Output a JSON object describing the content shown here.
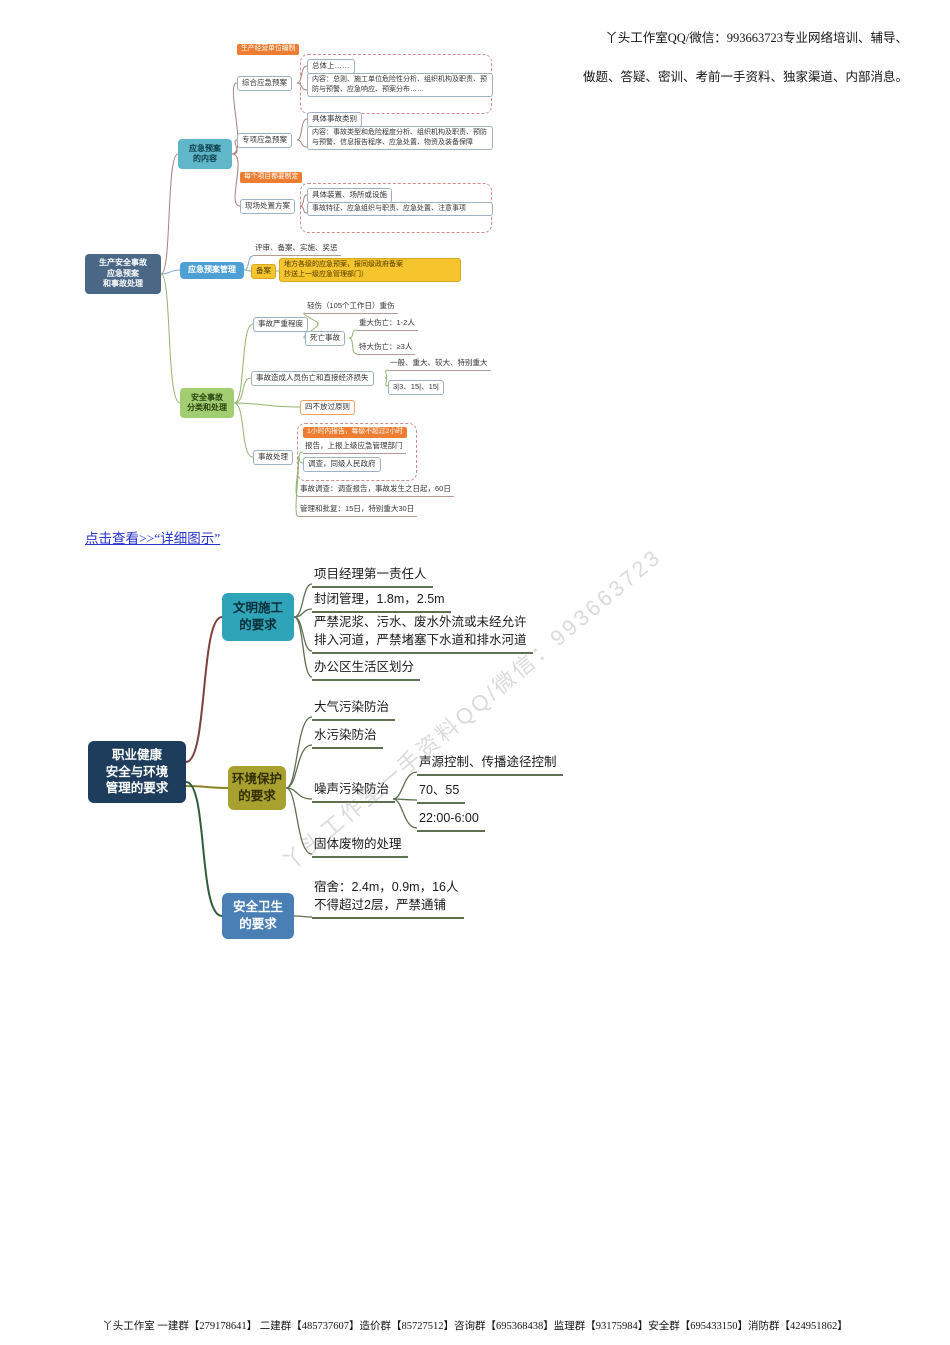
{
  "header": {
    "line1": "丫头工作室QQ/微信：993663723专业网络培训、辅导、",
    "line2": "做题、答疑、密训、考前一手资料、独家渠道、内部消息。"
  },
  "link": {
    "text": "点击查看>>“详细图示”"
  },
  "watermark": "丫头工作室一手资料QQ/微信：993663723",
  "footer": "丫头工作室 一建群【279178641】 二建群【485737607】造价群【85727512】咨询群【695368438】监理群【93175984】安全群【695433150】消防群【424951862】",
  "colors": {
    "root_navy": "#1e3d5c",
    "root_blue": "#4a6785",
    "teal": "#4fb0c2",
    "green": "#a3cd72",
    "blue": "#4e9fd4",
    "olive": "#a8a12f",
    "steel": "#4a7fb5",
    "orange_tag": "#ef7d31",
    "yellow": "#f6c42d",
    "link_blue": "#2633cc"
  },
  "map1": {
    "root": "生产安全事故\n应急预案\n和事故处理",
    "b1": {
      "label": "应急预案\n的内容",
      "tag_top": "生产经营单位编制",
      "comprehensive": "综合应急预案",
      "comprehensive_c1": "总体上……",
      "comprehensive_c2": "内容：总则、施工单位危险性分析、组织机构及职责、预防与预警、应急响应、预案分布……",
      "special": "专项应急预案",
      "special_c1": "具体事故类别",
      "special_c2": "内容：事故类型和危险程度分析、组织机构及职责、预防与预警、信息报告程序、应急处置、物资及装备保障",
      "tag_site": "每个项目都要制定",
      "site": "现场处置方案",
      "site_c1": "具体装置、场所或设施",
      "site_c2": "事故特征、应急组织与职责、应急处置、注意事项"
    },
    "b2": {
      "label": "应急预案管理",
      "review": "评审、备案、实施、奖惩",
      "filing": "备案",
      "filing_note": "地方各级的应急预案，报同级政府备案\n抄送上一级应急管理部门）"
    },
    "b3": {
      "label": "安全事故\n分类和处理",
      "severity": "事故严重程度",
      "minor": "轻伤（105个工作日）重伤",
      "death": "死亡事故",
      "death_major": "重大伤亡：1-2人",
      "death_extra": "特大伤亡：≥3人",
      "casualty": "事故造成人员伤亡和直接经济损失",
      "casualty_levels": "一般、重大、较大、特别重大",
      "casualty_numbers": "3|3、15|、15|",
      "principle": "四不放过原则",
      "handling": "事故处理",
      "handling_tag": "1小时内报告，每级不超过2小时",
      "handling_report": "报告，上报上级应急管理部门",
      "handling_invest": "调查，同级人民政府",
      "investigation": "事故调查：调查报告，事故发生之日起，60日",
      "approval": "管理和批复：15日，特别重大30日"
    }
  },
  "map2": {
    "root": "职业健康\n安全与环境\n管理的要求",
    "civil": {
      "label": "文明施工\n的要求",
      "items": [
        "项目经理第一责任人",
        "封闭管理，1.8m，2.5m",
        "严禁泥浆、污水、废水外流或未经允许\n排入河道，严禁堵塞下水道和排水河道",
        "办公区生活区划分"
      ]
    },
    "env": {
      "label": "环境保护\n的要求",
      "items": [
        "大气污染防治",
        "水污染防治",
        "噪声污染防治",
        "固体废物的处理"
      ],
      "noise_children": [
        "声源控制、传播途径控制",
        "70、55",
        "22:00-6:00"
      ]
    },
    "safety": {
      "label": "安全卫生\n的要求",
      "items": [
        "宿舍：2.4m，0.9m，16人\n不得超过2层，严禁通铺"
      ]
    }
  }
}
